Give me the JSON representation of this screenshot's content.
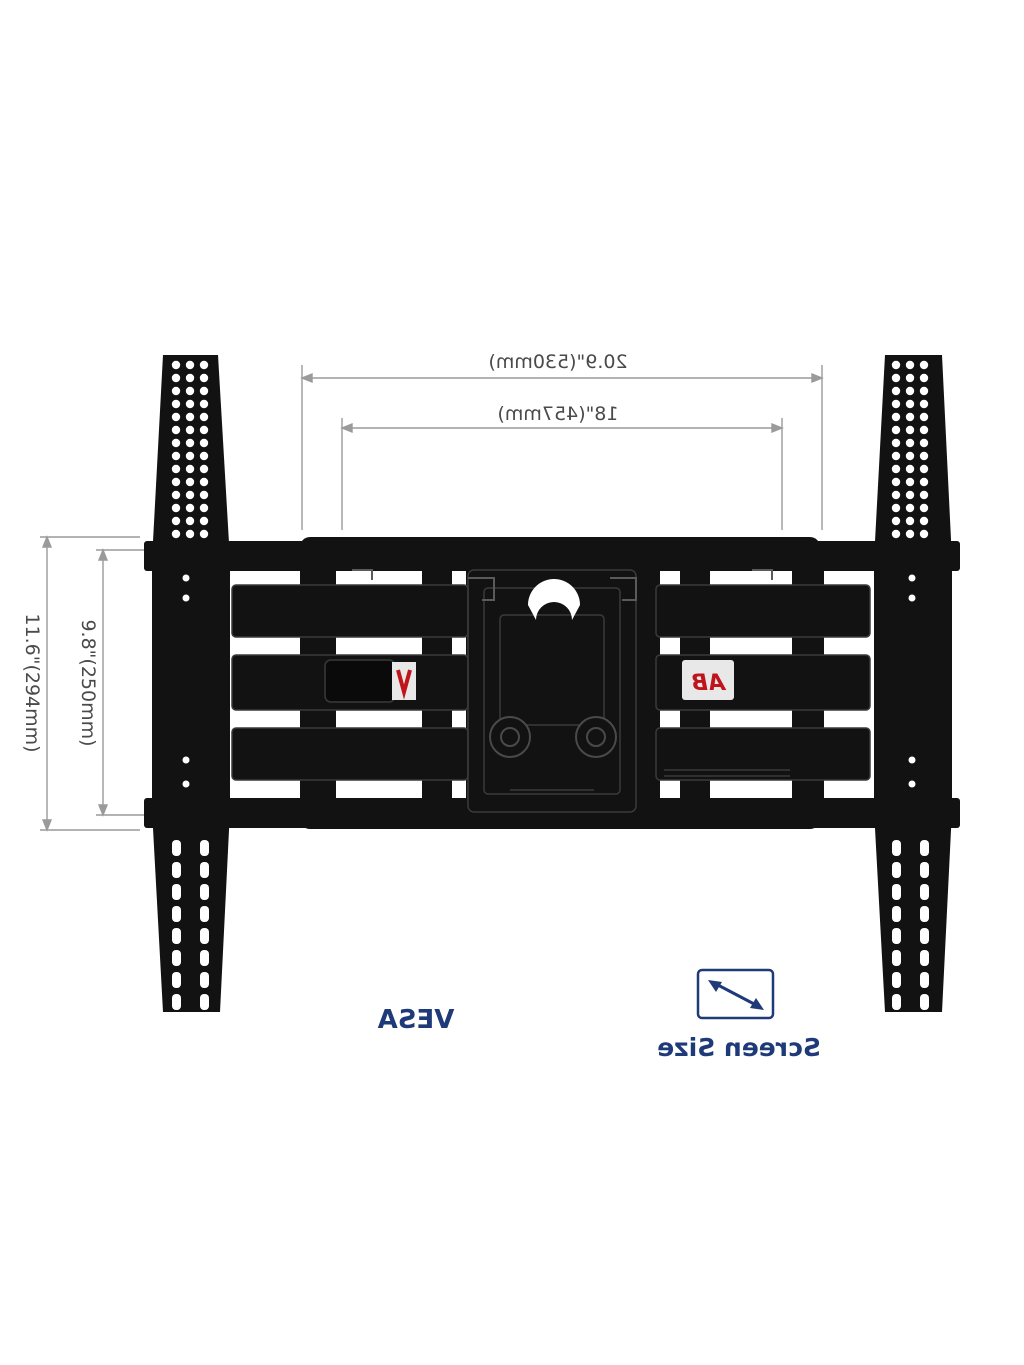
{
  "dimensions": {
    "outer_width": "20.9\"(530mm)",
    "inner_width": "18\"(457mm)",
    "outer_height": "11.6\"(294mm)",
    "inner_height": "9.8\"(250mm)"
  },
  "labels": {
    "vesa": "VESA",
    "screen_size": "Screen Size"
  },
  "logo": {
    "text": "AB"
  },
  "icons": {
    "screen_size": "diagonal-double-arrow-icon"
  },
  "colors": {
    "mount": "#121212",
    "label": "#1e3a78",
    "dimension_line": "#9a9a9a"
  }
}
